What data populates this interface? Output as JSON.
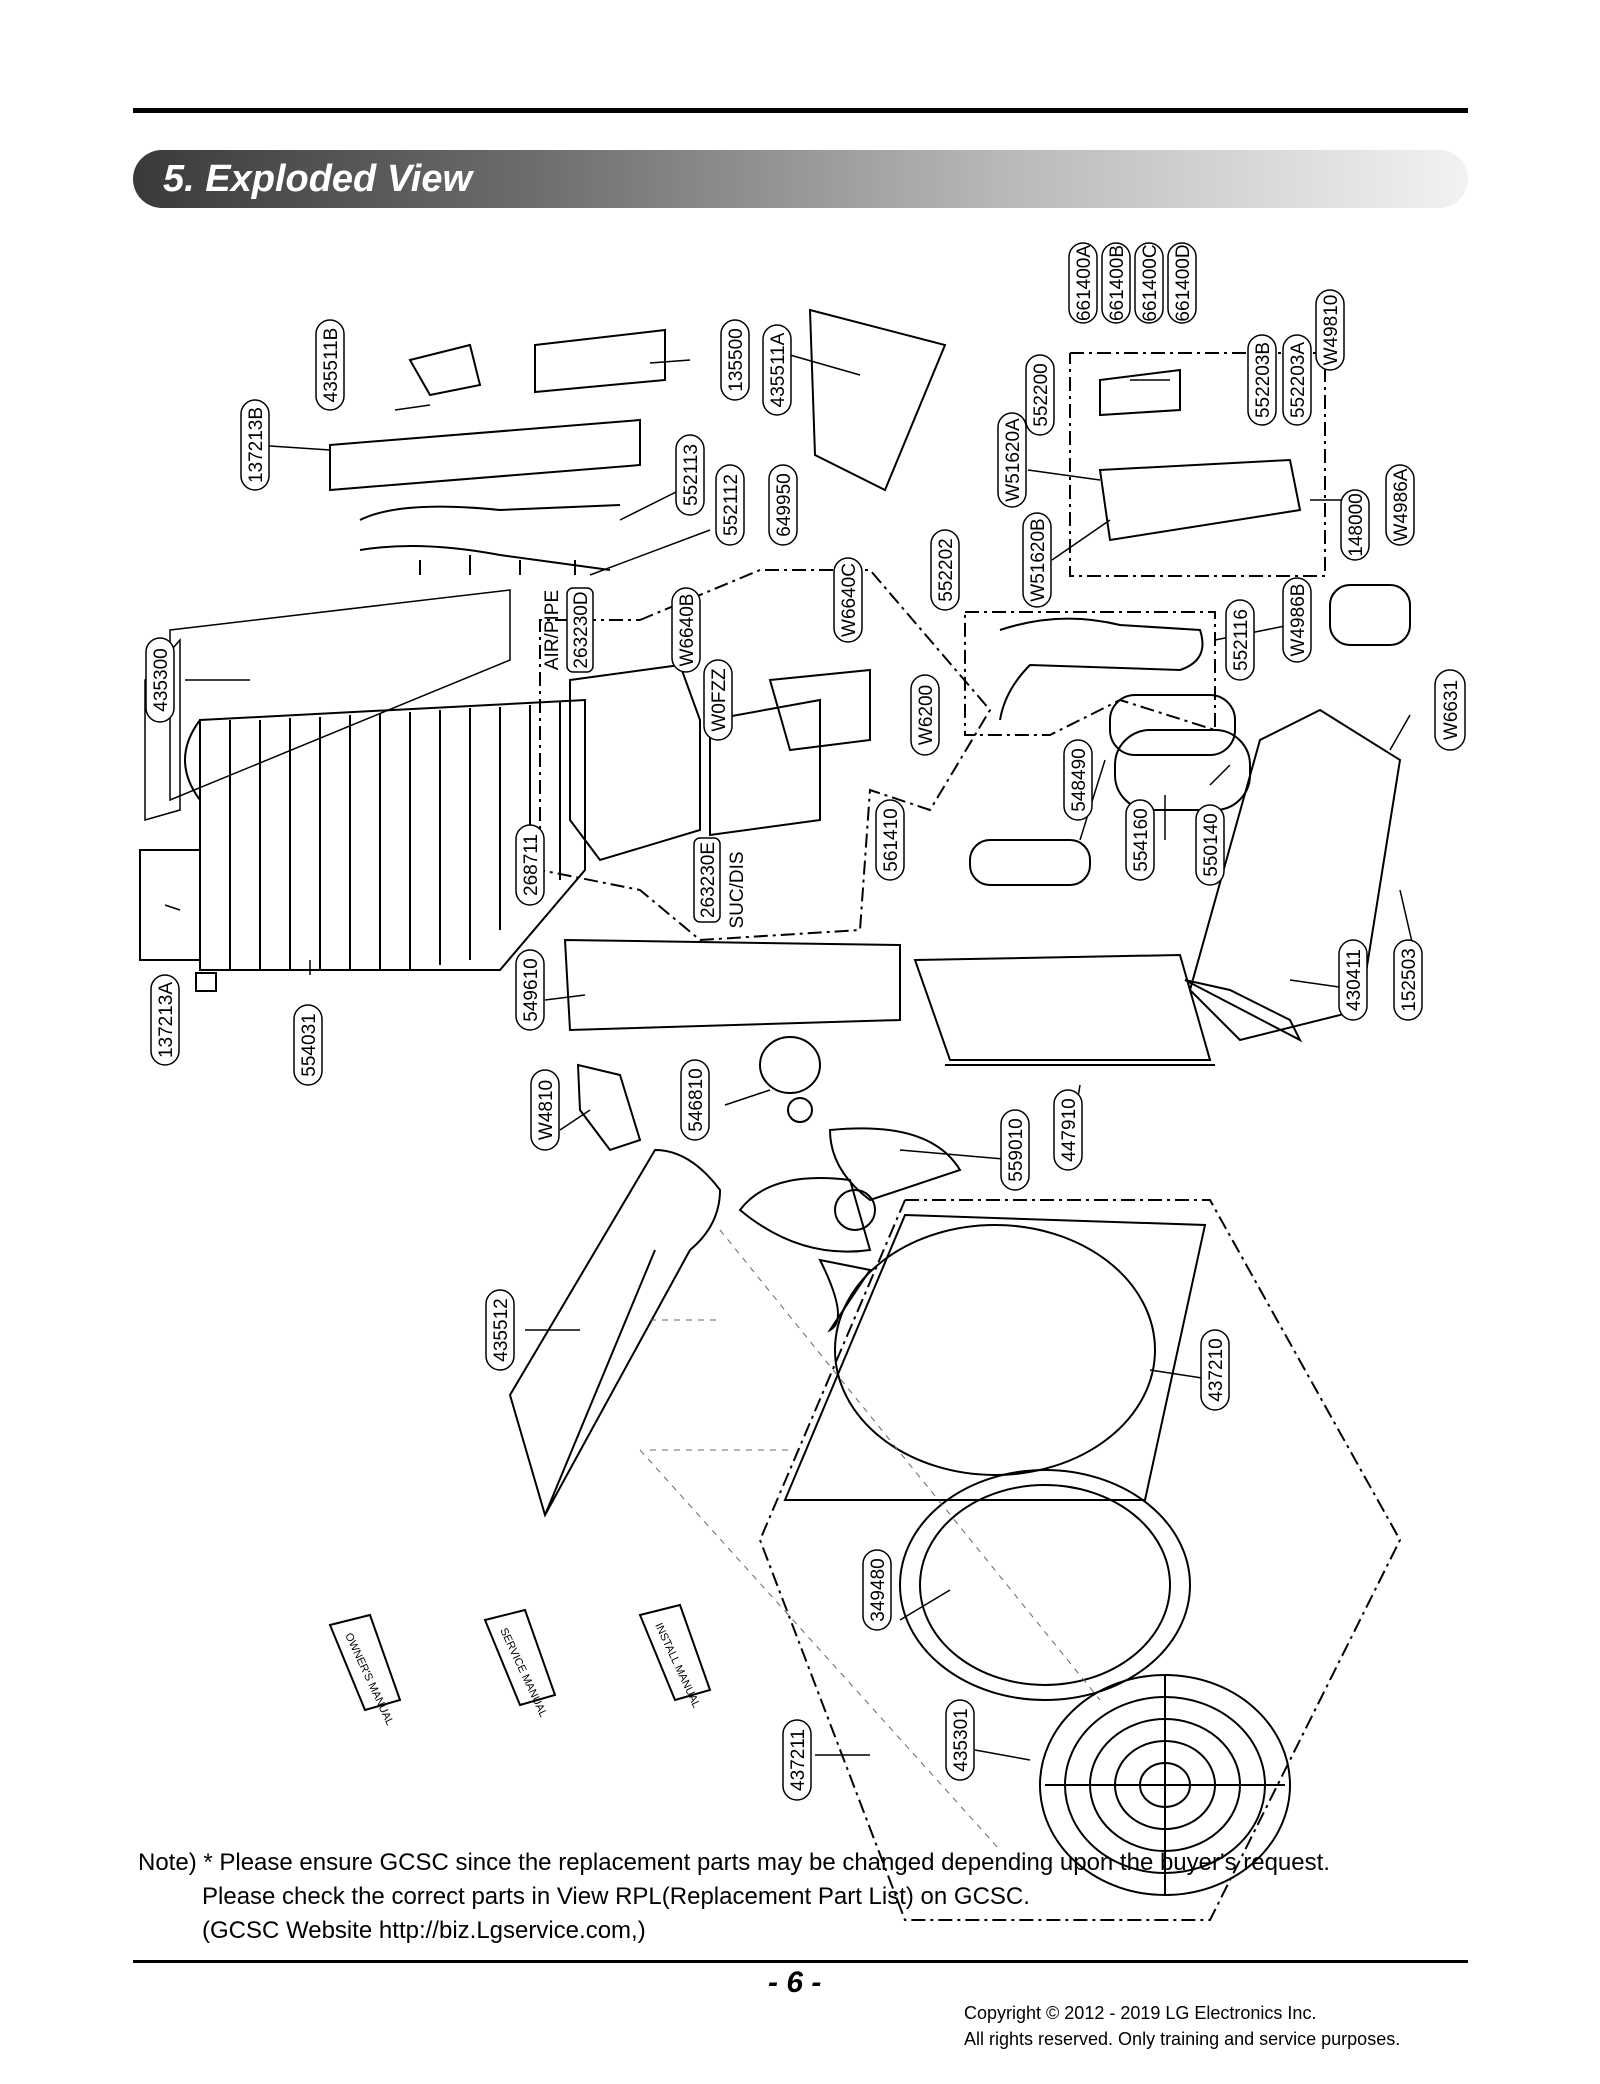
{
  "section": {
    "title": "5. Exploded View"
  },
  "manuals": [
    "OWNER'S MANUAL",
    "SERVICE MANUAL",
    "INSTALL MANUAL"
  ],
  "part_labels": {
    "p661400A": "661400A",
    "p661400B": "661400B",
    "p661400C": "661400C",
    "p661400D": "661400D",
    "pW49810": "W49810",
    "p435511B": "435511B",
    "p135500": "135500",
    "p435511A": "435511A",
    "p552200": "552200",
    "p552203B": "552203B",
    "p552203A": "552203A",
    "p137213B": "137213B",
    "pW51620A": "W51620A",
    "p552113": "552113",
    "p552112": "552112",
    "p649950": "649950",
    "p148000": "148000",
    "pW4986A": "W4986A",
    "pW51620B": "W51620B",
    "p552202": "552202",
    "pW6640C": "W6640C",
    "pW6640B": "W6640B",
    "p263230D": "263230D",
    "pAIRPIPE": "AIR/PIPE",
    "p552116": "552116",
    "pW4986B": "W4986B",
    "p435300": "435300",
    "pW0FZZ": "W0FZZ",
    "pW6200": "W6200",
    "pW6631": "W6631",
    "p548490": "548490",
    "p554160": "554160",
    "p550140": "550140",
    "p561410": "561410",
    "p263230E": "263230E",
    "pSUCDIS": "SUC/DIS",
    "p268711": "268711",
    "p549610": "549610",
    "p430411": "430411",
    "p152503": "152503",
    "p137213A": "137213A",
    "p554031": "554031",
    "pW4810": "W4810",
    "p546810": "546810",
    "p559010": "559010",
    "p447910": "447910",
    "p435512": "435512",
    "p437210": "437210",
    "p349480": "349480",
    "p435301": "435301",
    "p437211": "437211"
  },
  "note": {
    "line1": "Note) * Please ensure GCSC since the replacement parts may be changed depending upon the buyer's request.",
    "line2": "Please check  the correct parts in View RPL(Replacement Part List) on GCSC.",
    "line3": "(GCSC Website  http://biz.Lgservice.com,)"
  },
  "footer": {
    "page_number": "- 6 -",
    "copyright_line1": "Copyright © 2012 - 2019 LG Electronics Inc.",
    "copyright_line2": "All rights reserved. Only training and service purposes."
  }
}
